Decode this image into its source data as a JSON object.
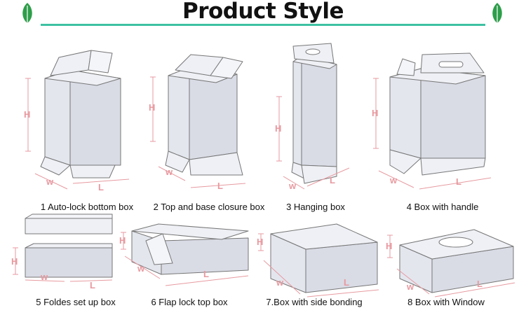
{
  "header": {
    "title": "Product Style"
  },
  "products": [
    {
      "caption": "1 Auto-lock bottom box"
    },
    {
      "caption": "2 Top and base closure box"
    },
    {
      "caption": "3 Hanging box"
    },
    {
      "caption": "4 Box with handle"
    },
    {
      "caption": "5 Foldes set up box"
    },
    {
      "caption": "6 Flap lock top box"
    },
    {
      "caption": "7.Box with side bonding"
    },
    {
      "caption": "8 Box with Window"
    }
  ],
  "dimension_labels": {
    "height": "H",
    "width": "w",
    "length": "L"
  },
  "colors": {
    "accent": "#3ec1a2",
    "leaf": "#2e9e4a",
    "box_face": "#d9dbe5",
    "box_light": "#eef0f5",
    "outline": "#777777",
    "dimension": "#e79aa0"
  }
}
